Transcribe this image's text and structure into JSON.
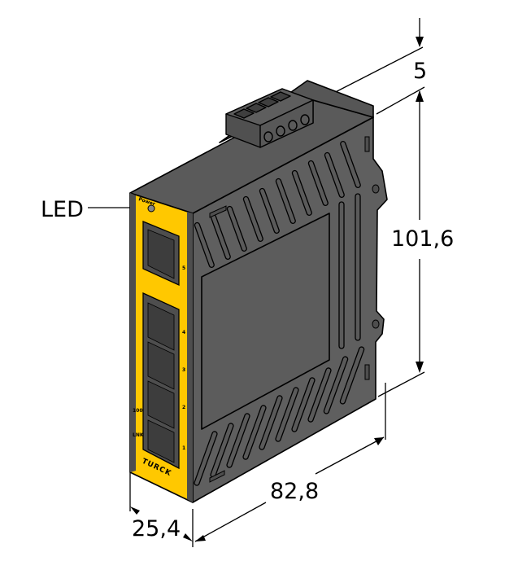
{
  "drawing": {
    "type": "dimensional-drawing",
    "subject": "DIN-rail Ethernet switch",
    "colors": {
      "housing": "#5f5f5f",
      "housing_dark": "#4e4e4e",
      "front_panel": "#ffc800",
      "outline": "#000000",
      "background": "#ffffff"
    }
  },
  "labels": {
    "led_callout": "LED",
    "power_label": "Power",
    "brand": "TURCK",
    "port_numbers": [
      "5",
      "4",
      "3",
      "2",
      "1"
    ],
    "status_labels": [
      "100",
      "LNK"
    ]
  },
  "dimensions": {
    "top_offset": "5",
    "height": "101,6",
    "depth": "82,8",
    "width": "25,4"
  }
}
